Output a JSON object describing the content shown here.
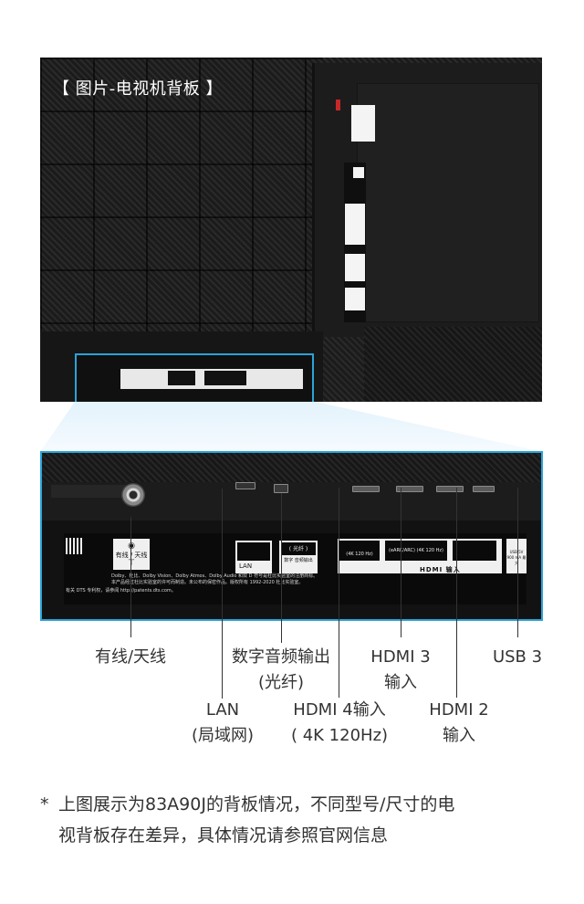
{
  "photo": {
    "title": "【 图片-电视机背板 】"
  },
  "zoom": {
    "antenna_label": "有线 / 天线",
    "lan_label": "LAN",
    "optical_label": "( 光纤 )",
    "optical_sub": "数字 音频输出",
    "hdmi4_spec": "(4K 120 Hz)",
    "hdmi3_spec": "(eARC/ARC) (4K 120 Hz)",
    "hdmi_brand": "HDMI 输入",
    "usb_label": "USB 5V 900 mA 最大"
  },
  "callouts": {
    "antenna": "有线/天线",
    "optical_line1": "数字音频输出",
    "optical_line2": "(光纤)",
    "hdmi3_line1": "HDMI 3",
    "hdmi3_line2": "输入",
    "usb3": "USB 3",
    "lan_line1": "LAN",
    "lan_line2": "(局域网)",
    "hdmi4_line1": "HDMI 4输入",
    "hdmi4_line2": "( 4K 120Hz)",
    "hdmi2_line1": "HDMI 2",
    "hdmi2_line2": "输入"
  },
  "note": {
    "star": "*",
    "line1": "上图展示为83A90J的背板情况，不同型号/尺寸的电",
    "line2": "视背板存在差异，具体情况请参照官网信息"
  },
  "colors": {
    "highlight": "#2aa3da",
    "text": "#333333",
    "wedge": "#e1f2fc"
  }
}
